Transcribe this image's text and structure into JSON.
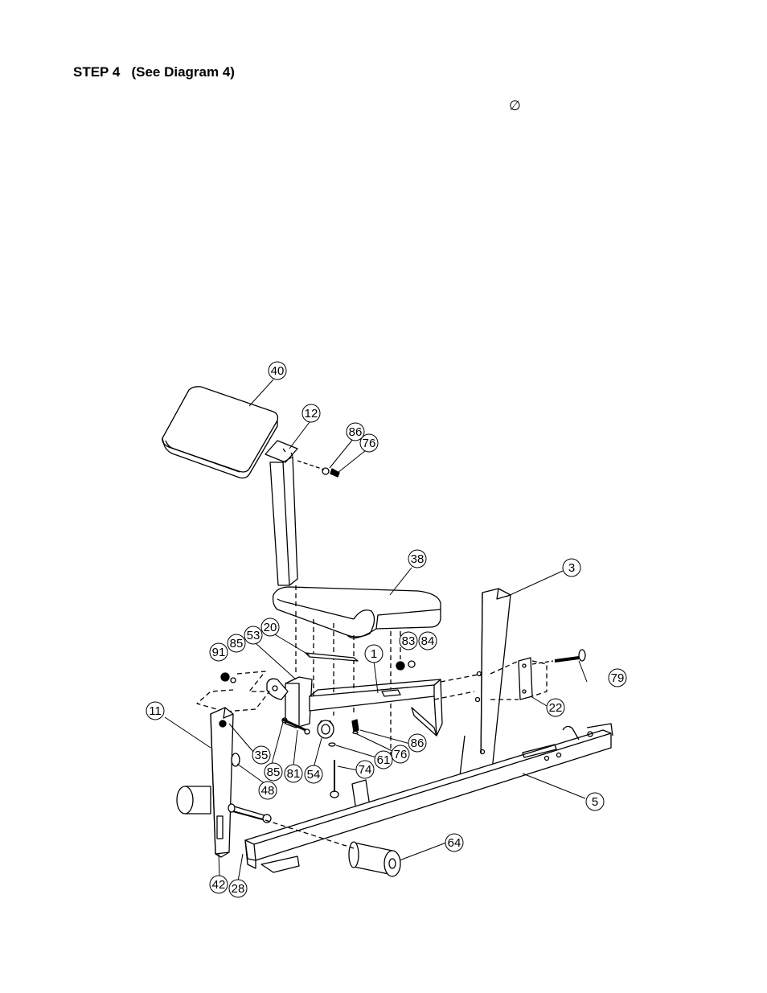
{
  "header": {
    "step_title": "STEP 4   (See Diagram 4)",
    "diameter_symbol": "∅"
  },
  "diagram": {
    "callouts": [
      {
        "id": "40",
        "label": "40"
      },
      {
        "id": "12",
        "label": "12"
      },
      {
        "id": "86a",
        "label": "86"
      },
      {
        "id": "76a",
        "label": "76"
      },
      {
        "id": "38",
        "label": "38"
      },
      {
        "id": "3",
        "label": "3"
      },
      {
        "id": "20",
        "label": "20"
      },
      {
        "id": "91",
        "label": "91"
      },
      {
        "id": "85a",
        "label": "85"
      },
      {
        "id": "53",
        "label": "53"
      },
      {
        "id": "1",
        "label": "1"
      },
      {
        "id": "83",
        "label": "83"
      },
      {
        "id": "84",
        "label": "84"
      },
      {
        "id": "79",
        "label": "79"
      },
      {
        "id": "22",
        "label": "22"
      },
      {
        "id": "11",
        "label": "11"
      },
      {
        "id": "35",
        "label": "35"
      },
      {
        "id": "85b",
        "label": "85"
      },
      {
        "id": "81",
        "label": "81"
      },
      {
        "id": "54",
        "label": "54"
      },
      {
        "id": "48",
        "label": "48"
      },
      {
        "id": "86b",
        "label": "86"
      },
      {
        "id": "76b",
        "label": "76"
      },
      {
        "id": "61",
        "label": "61"
      },
      {
        "id": "74",
        "label": "74"
      },
      {
        "id": "5",
        "label": "5"
      },
      {
        "id": "64",
        "label": "64"
      },
      {
        "id": "42",
        "label": "42"
      },
      {
        "id": "28",
        "label": "28"
      }
    ]
  }
}
